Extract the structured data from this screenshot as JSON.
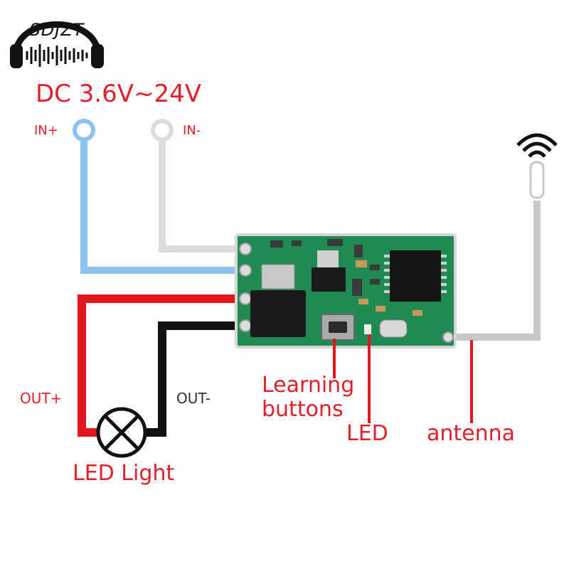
{
  "brand": {
    "logo_text": "SDJZT"
  },
  "power": {
    "title": "DC 3.6V~24V",
    "in_plus": "IN+",
    "in_minus": "IN-"
  },
  "outputs": {
    "out_plus": "OUT+",
    "out_minus": "OUT-"
  },
  "callouts": {
    "learning_buttons_line1": "Learning",
    "learning_buttons_line2": "buttons",
    "led": "LED",
    "antenna": "antenna",
    "led_light": "LED Light"
  },
  "colors": {
    "label_red": "#e0202a",
    "wire_in_plus": "#8cc3ee",
    "wire_in_minus": "#d9d9d9",
    "wire_out_plus": "#e3161c",
    "wire_out_minus": "#111111",
    "pcb_green": "#1f8a52",
    "antenna_gray": "#c8c8c8"
  }
}
